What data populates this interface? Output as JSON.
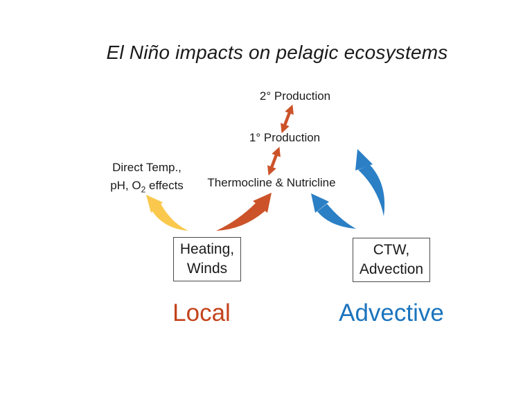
{
  "title": "El Niño impacts on pelagic ecosystems",
  "nodes": {
    "secondary_production": "2° Production",
    "primary_production": "1° Production",
    "thermocline": "Thermocline & Nutricline",
    "direct_effects": {
      "line1": "Direct Temp.,",
      "line2_pre": "pH, O",
      "line2_sub": "2",
      "line2_post": " effects"
    }
  },
  "boxes": {
    "local_driver": {
      "line1": "Heating,",
      "line2": "Winds"
    },
    "advective_driver": {
      "line1": "CTW,",
      "line2": "Advection"
    }
  },
  "categories": {
    "local": "Local",
    "advective": "Advective"
  },
  "icons": {
    "double_headed_arrow": "up-down-double-arrow",
    "curved_arrow": "curved-swoosh-arrow"
  },
  "colors": {
    "orange_arrow": "#CC5329",
    "yellow_arrow": "#FAC84C",
    "blue_arrow": "#2B7FC5",
    "local_text": "#C4431C",
    "advective_text": "#1B74BE",
    "text": "#1a1a1a",
    "box_border": "#4a4a4a"
  }
}
